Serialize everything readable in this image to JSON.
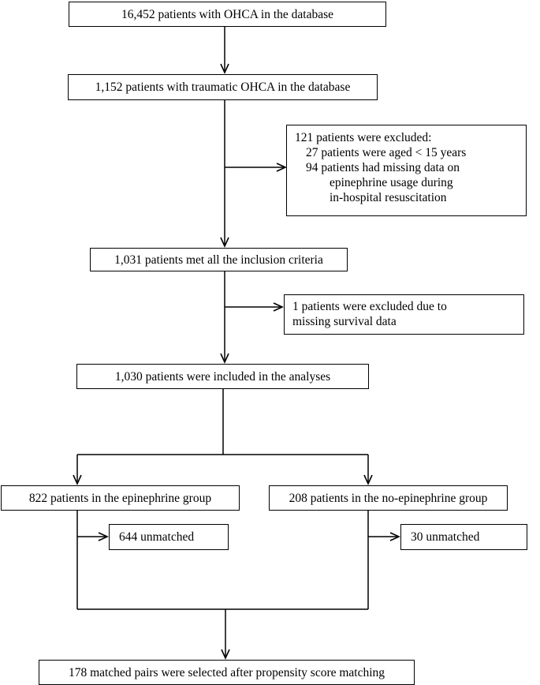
{
  "flowchart": {
    "box_total": "16,452 patients with OHCA in the database",
    "box_traumatic": "1,152 patients with traumatic OHCA in the database",
    "box_excluded_1": {
      "line1": "121 patients were excluded:",
      "line2": "27 patients were aged < 15 years",
      "line3": "94 patients had missing data on",
      "line4": "epinephrine usage during",
      "line5": "in-hospital resuscitation"
    },
    "box_inclusion": "1,031 patients met all the inclusion criteria",
    "box_excluded_2": {
      "line1": "1 patients were excluded due to",
      "line2": "missing survival data"
    },
    "box_analyses": "1,030 patients were included in the analyses",
    "box_epi_group": "822 patients in the epinephrine group",
    "box_no_epi_group": "208 patients in the no-epinephrine group",
    "box_epi_unmatched": "644 unmatched",
    "box_no_epi_unmatched": "30 unmatched",
    "box_matched": "178 matched pairs were selected after propensity score matching"
  }
}
